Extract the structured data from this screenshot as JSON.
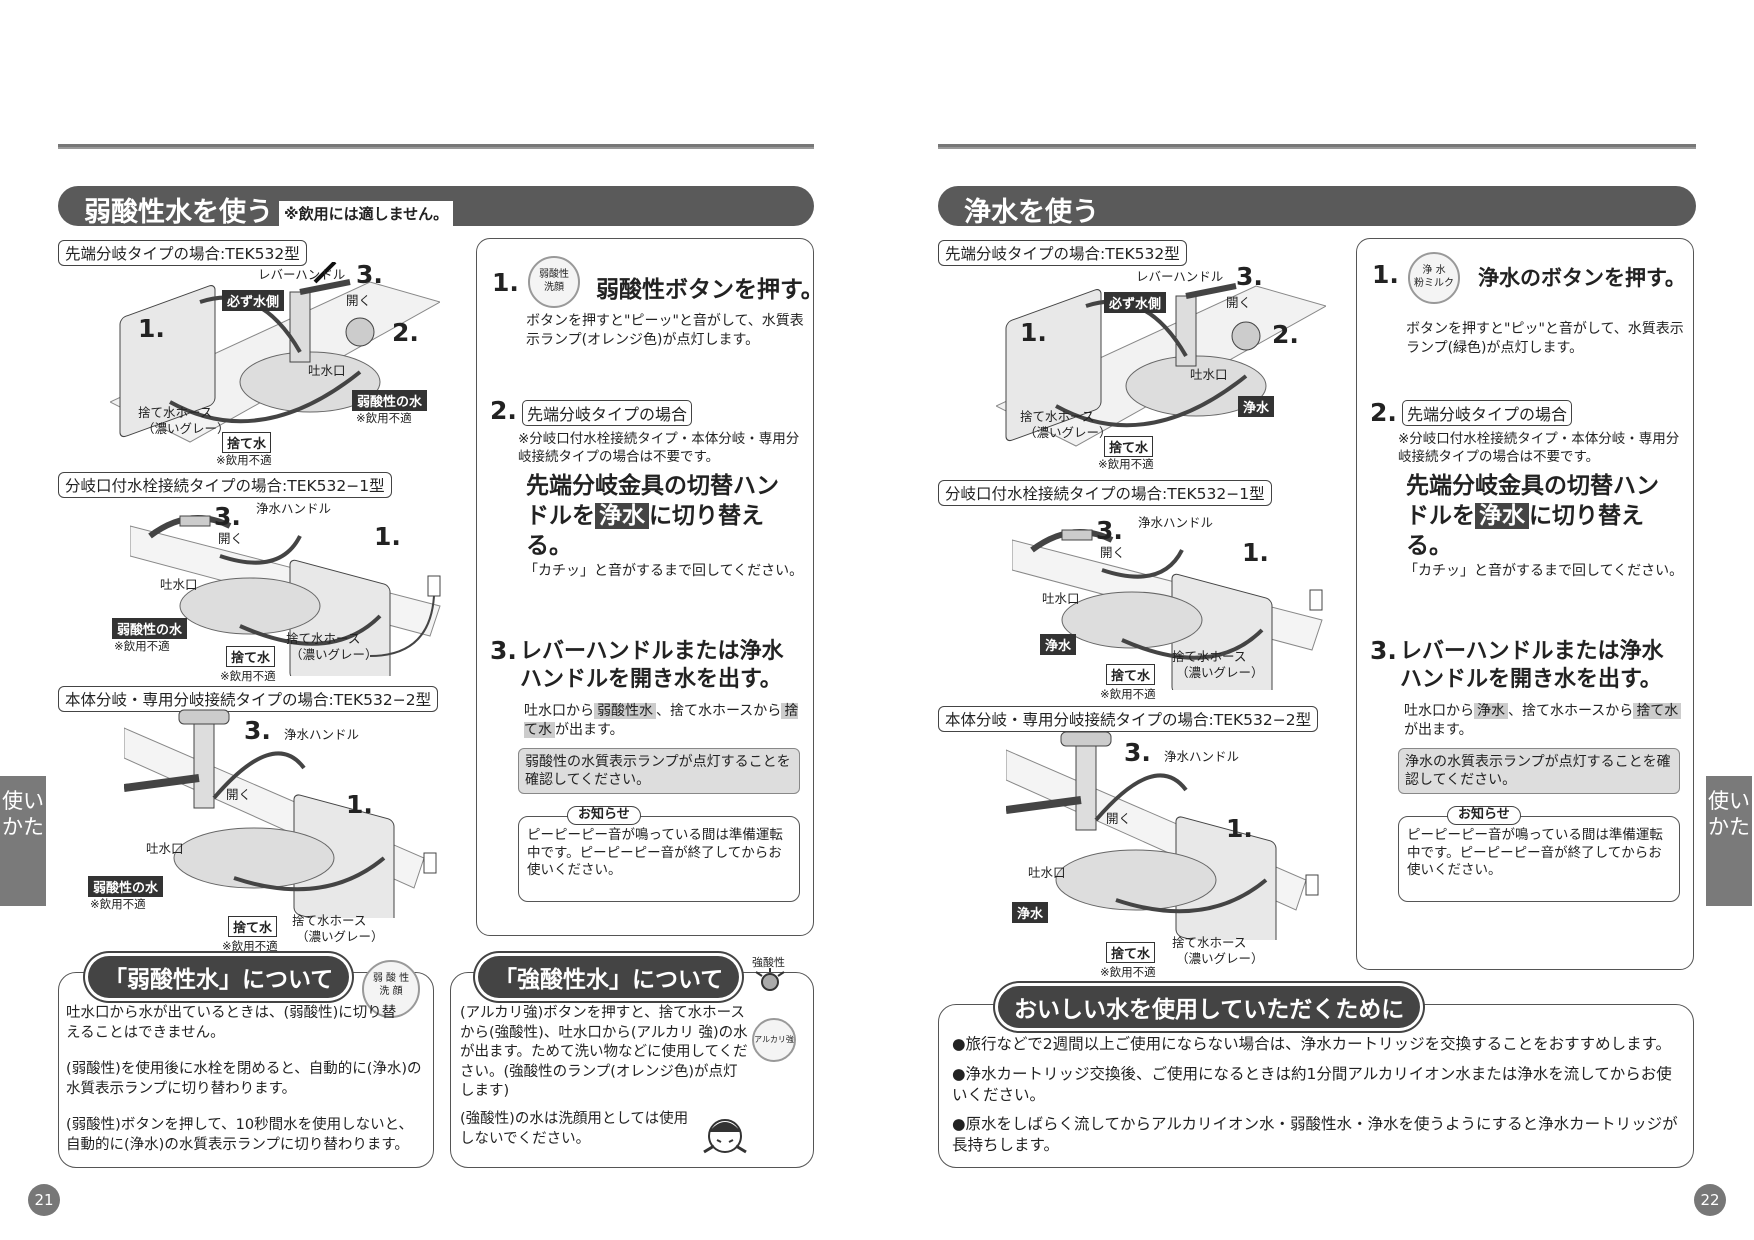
{
  "left": {
    "title": "弱酸性水を使う",
    "title_sub": "※飲用には適しません。",
    "types": {
      "t1": "先端分岐タイプの場合:TEK532型",
      "t2": "分岐口付水栓接続タイプの場合:TEK532−1型",
      "t3": "本体分岐・専用分岐接続タイプの場合:TEK532−2型"
    },
    "ill_labels": {
      "lever": "レバーハンドル",
      "open": "開く",
      "must_water": "必ず水側",
      "spout": "吐水口",
      "waste_hose": "捨て水ホース",
      "waste_hose_color": "（濃いグレー）",
      "weak_water": "弱酸性の水",
      "no_drink": "※飲用不適",
      "waste": "捨て水",
      "water_handle": "浄水ハンドル",
      "n1": "1.",
      "n2": "2.",
      "n3": "3."
    },
    "step1": {
      "num": "1.",
      "icon": "弱酸性\n洗顔",
      "heading": "弱酸性ボタンを押す。",
      "text": "ボタンを押すと\"ピーッ\"と音がして、水質表示ランプ(オレンジ色)が点灯します。"
    },
    "step2": {
      "num": "2.",
      "label": "先端分岐タイプの場合",
      "note": "※分岐口付水栓接続タイプ・本体分岐・専用分岐接続タイプの場合は不要です。",
      "big_a": "先端分岐金具の切替ハンドルを",
      "big_hl": "浄水",
      "big_b": "に切り替える。",
      "text": "「カチッ」と音がするまで回してください。"
    },
    "step3": {
      "num": "3.",
      "heading": "レバーハンドルまたは浄水ハンドルを開き水を出す。",
      "text_a": "吐水口から",
      "hl1": "弱酸性水",
      "text_b": "、捨て水ホースから",
      "hl2": "捨て水",
      "text_c": "が出ます。",
      "confirm": "弱酸性の水質表示ランプが点灯することを確認してください。",
      "notice_tag": "お知らせ",
      "notice": "ピーピーピー音が鳴っている間は準備運転中です。ピーピーピー音が終了してからお使いください。"
    },
    "about_weak": {
      "title": "「弱酸性水」について",
      "icon": "弱 酸 性\n洗 顔",
      "b1": "吐水口から水が出ているときは、(弱酸性)に切り替えることはできません。",
      "b2": "(弱酸性)を使用後に水栓を閉めると、自動的に(浄水)の水質表示ランプに切り替わります。",
      "b3": "(弱酸性)ボタンを押して、10秒間水を使用しないと、自動的に(浄水)の水質表示ランプに切り替わります。"
    },
    "about_strong": {
      "title": "「強酸性水」について",
      "icon_label": "強酸性",
      "alk_icon": "アルカリ強",
      "b1": "(アルカリ強)ボタンを押すと、捨て水ホースから(強酸性)、吐水口から(アルカリ 強)の水が出ます。ためて洗い物などに使用してください。(強酸性のランプ(オレンジ色)が点灯します)",
      "b2": "(強酸性)の水は洗顔用としては使用しないでください。"
    },
    "tab": "使いかた",
    "page": "21"
  },
  "right": {
    "title": "浄水を使う",
    "types": {
      "t1": "先端分岐タイプの場合:TEK532型",
      "t2": "分岐口付水栓接続タイプの場合:TEK532−1型",
      "t3": "本体分岐・専用分岐接続タイプの場合:TEK532−2型"
    },
    "ill_labels": {
      "lever": "レバーハンドル",
      "open": "開く",
      "must_water": "必ず水側",
      "spout": "吐水口",
      "waste_hose": "捨て水ホース",
      "waste_hose_color": "（濃いグレー）",
      "clean": "浄水",
      "no_drink": "※飲用不適",
      "waste": "捨て水",
      "water_handle": "浄水ハンドル",
      "n1": "1.",
      "n2": "2.",
      "n3": "3."
    },
    "step1": {
      "num": "1.",
      "icon": "浄 水\n粉ミルク",
      "heading": "浄水のボタンを押す。",
      "text": "ボタンを押すと\"ピッ\"と音がして、水質表示ランプ(緑色)が点灯します。"
    },
    "step2": {
      "num": "2.",
      "label": "先端分岐タイプの場合",
      "note": "※分岐口付水栓接続タイプ・本体分岐・専用分岐接続タイプの場合は不要です。",
      "big_a": "先端分岐金具の切替ハンドルを",
      "big_hl": "浄水",
      "big_b": "に切り替える。",
      "text": "「カチッ」と音がするまで回してください。"
    },
    "step3": {
      "num": "3.",
      "heading": "レバーハンドルまたは浄水ハンドルを開き水を出す。",
      "text_a": "吐水口から",
      "hl1": "浄水",
      "text_b": "、捨て水ホースから",
      "hl2": "捨て水",
      "text_c": "が出ます。",
      "confirm": "浄水の水質表示ランプが点灯することを確認してください。",
      "notice_tag": "お知らせ",
      "notice": "ピーピーピー音が鳴っている間は準備運転中です。ピーピーピー音が終了してからお使いください。"
    },
    "tips": {
      "title": "おいしい水を使用していただくために",
      "b1": "●旅行などで2週間以上ご使用にならない場合は、浄水カートリッジを交換することをおすすめします。",
      "b2": "●浄水カートリッジ交換後、ご使用になるときは約1分間アルカリイオン水または浄水を流してからお使いください。",
      "b3": "●原水をしばらく流してからアルカリイオン水・弱酸性水・浄水を使うようにすると浄水カートリッジが長持ちします。"
    },
    "tab": "使いかた",
    "page": "22"
  }
}
